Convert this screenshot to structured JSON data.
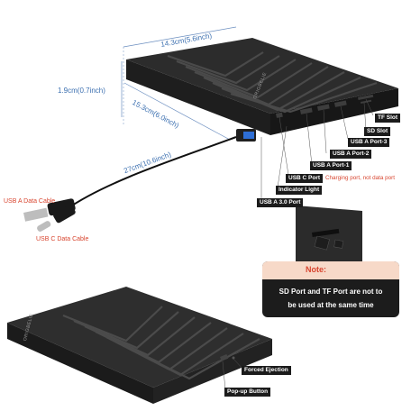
{
  "dimensions": {
    "width": "14.3cm(5.6inch)",
    "height": "1.9cm(0.7inch)",
    "depth": "15.3cm(6.0inch)",
    "cable": "27cm(10.6inch)"
  },
  "cables": {
    "usb_a": "USB A Data Cable",
    "usb_c": "USB C Data Cable"
  },
  "ports": {
    "tf_slot": "TF Slot",
    "sd_slot": "SD Slot",
    "usb_a_port_3": "USB A Port-3",
    "usb_a_port_2": "USB A Port-2",
    "usb_a_port_1": "USB A Port-1",
    "usb_c_port": "USB C Port",
    "charging_note": "Charging port, not data port",
    "indicator_light": "Indicator Light",
    "usb_a_3_port": "USB A 3.0 Port"
  },
  "note": {
    "title": "Note:",
    "line1": "SD Port and TF Port are not to",
    "line2": "be used at the same time"
  },
  "bottom_labels": {
    "forced_ejection": "Forced Ejection",
    "popup_button": "Pop-up Button"
  },
  "brand": "ORIGBELIE",
  "colors": {
    "dimension_text": "#3b6fb0",
    "accent_red": "#d8452f",
    "device_body": "#2a2a2a",
    "label_bg": "#1b1b1b",
    "usb3_blue": "#2e6fd6"
  }
}
